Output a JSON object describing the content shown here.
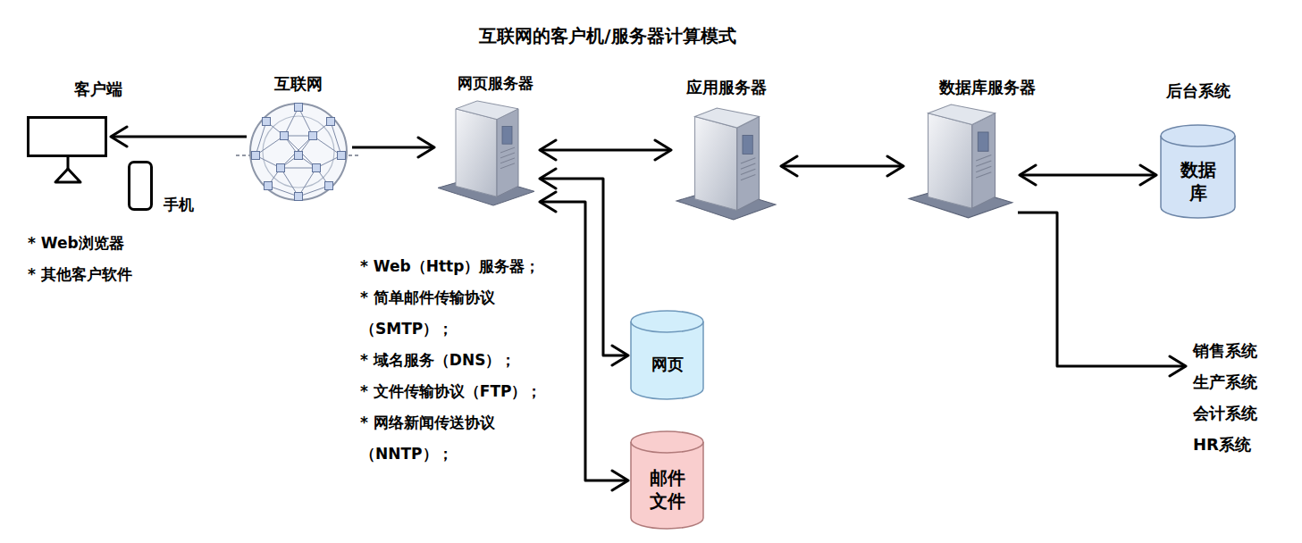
{
  "diagram": {
    "title": "互联网的客户机/服务器计算模式",
    "nodes": [
      {
        "text": [
          "客户端",
          "* Web浏览器",
          "* 其他客户软件"
        ]
      },
      {
        "text": [
          "手机"
        ]
      },
      {
        "text": [
          "互联网"
        ]
      },
      {
        "text": [
          "网页服务器",
          "* Web（Http）服务器；",
          "* 简单邮件传输协议 （SMTP）；",
          "* 域名服务（DNS）；",
          "* 文件传输协议（FTP）；",
          "* 网络新闻传送协议 （NNTP）；"
        ]
      },
      {
        "text": [
          "应用服务器"
        ]
      },
      {
        "text": [
          "数据库服务器"
        ]
      },
      {
        "text": [
          "后台系统",
          "数据库"
        ]
      },
      {
        "text": [
          "网页"
        ]
      },
      {
        "text": [
          "邮件文件"
        ]
      },
      {
        "text": [
          "销售系统",
          "生产系统",
          "会计系统",
          "HR系统"
        ]
      }
    ],
    "edges": [
      {
        "from": 2,
        "to": 0,
        "arrow": "to"
      },
      {
        "from": 2,
        "to": 3,
        "arrow": "to"
      },
      {
        "from": 3,
        "to": 4,
        "arrow": "both"
      },
      {
        "from": 3,
        "to": 7,
        "arrow": "both"
      },
      {
        "from": 3,
        "to": 8,
        "arrow": "both"
      },
      {
        "from": 4,
        "to": 5,
        "arrow": "both"
      },
      {
        "from": 5,
        "to": 6,
        "arrow": "both"
      },
      {
        "from": 5,
        "to": 9,
        "arrow": "to"
      }
    ]
  }
}
